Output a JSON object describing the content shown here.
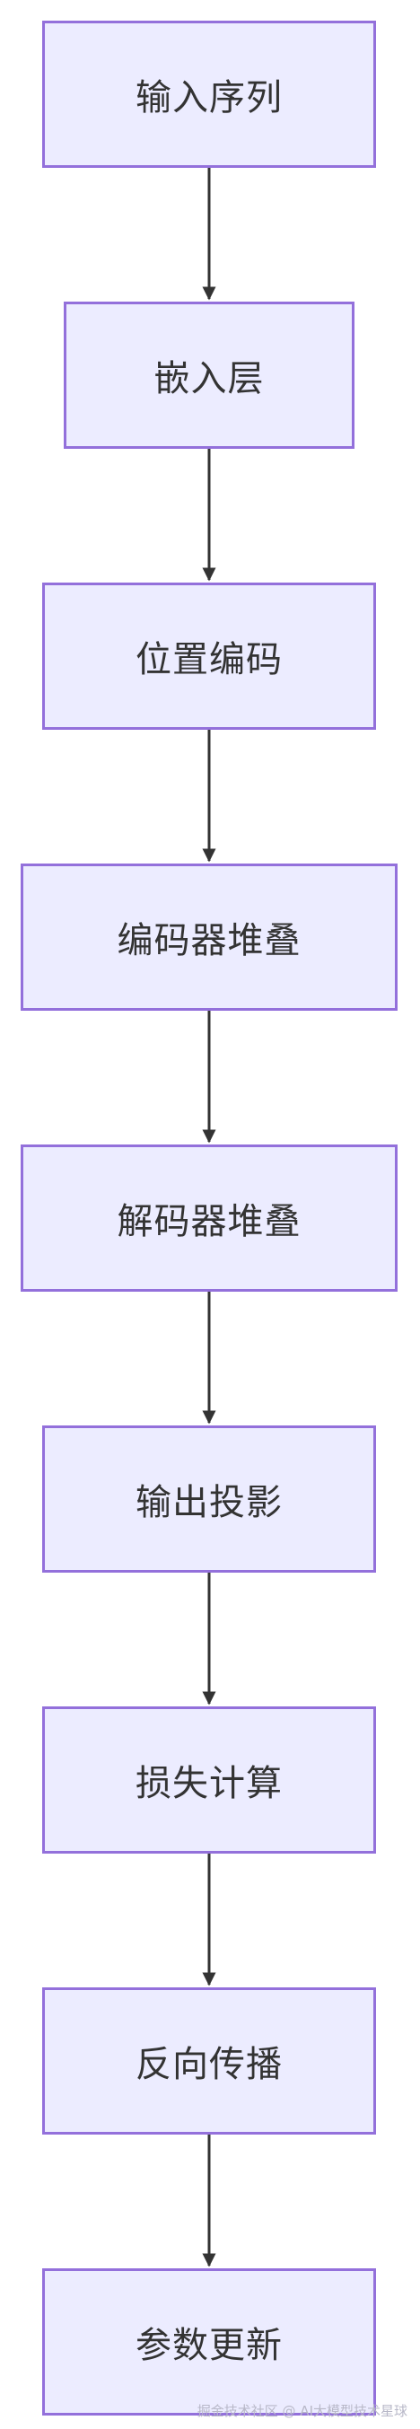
{
  "flowchart": {
    "steps": [
      {
        "label": "输入序列"
      },
      {
        "label": "嵌入层"
      },
      {
        "label": "位置编码"
      },
      {
        "label": "编码器堆叠"
      },
      {
        "label": "解码器堆叠"
      },
      {
        "label": "输出投影"
      },
      {
        "label": "损失计算"
      },
      {
        "label": "反向传播"
      },
      {
        "label": "参数更新"
      }
    ],
    "colors": {
      "node_fill": "#ececff",
      "node_border": "#9370db",
      "arrow": "#333333",
      "text": "#333333"
    }
  },
  "watermark": "掘金技术社区 @ AI大模型技术星球"
}
